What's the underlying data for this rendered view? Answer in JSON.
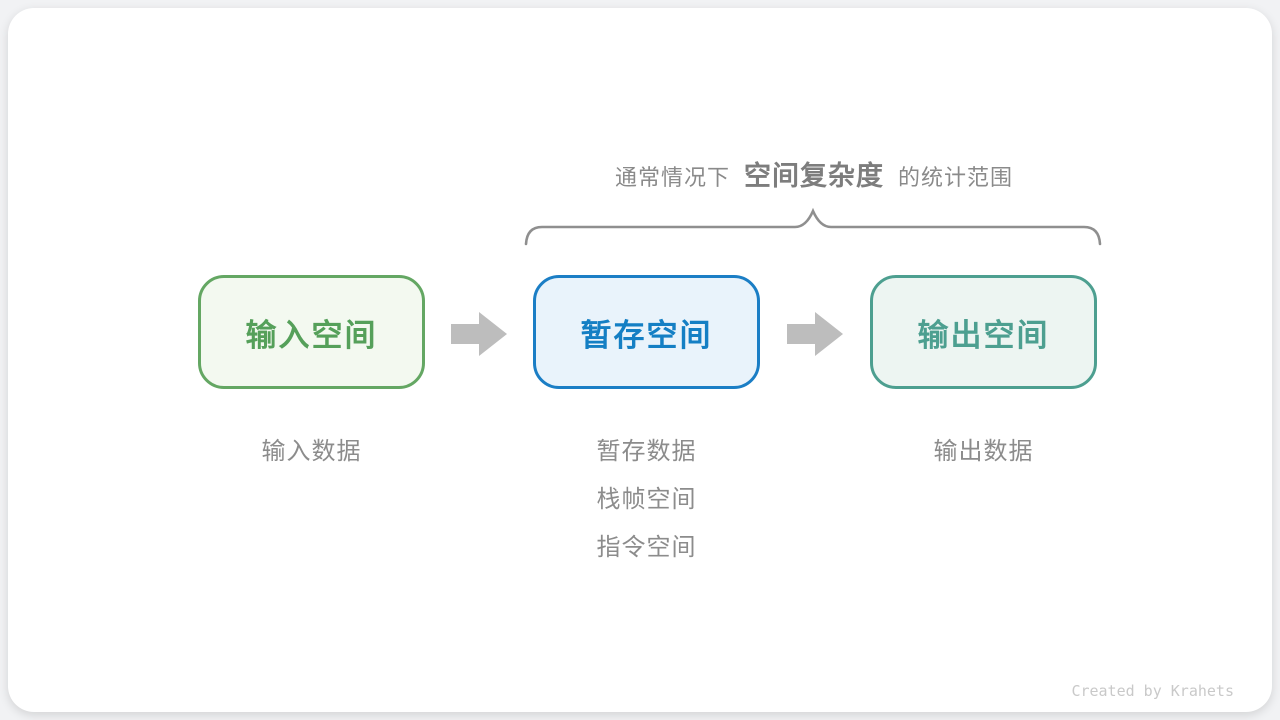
{
  "title": {
    "prefix": "通常情况下",
    "highlight": "空间复杂度",
    "suffix": "的统计范围"
  },
  "boxes": [
    {
      "label": "输入空间",
      "sub_labels": [
        "输入数据"
      ],
      "text_color": "#55a05a",
      "border_color": "#64a763",
      "bg_color": "#f3f9f0"
    },
    {
      "label": "暂存空间",
      "sub_labels": [
        "暂存数据",
        "栈帧空间",
        "指令空间"
      ],
      "text_color": "#147fc4",
      "border_color": "#1b7ec5",
      "bg_color": "#e9f3fb"
    },
    {
      "label": "输出空间",
      "sub_labels": [
        "输出数据"
      ],
      "text_color": "#4d9f90",
      "border_color": "#4d9f90",
      "bg_color": "#edf5f2"
    }
  ],
  "colors": {
    "arrow": "#bdbdbd",
    "brace": "#8f8f8f",
    "sub_label_text": "#8c8c8c",
    "title_text": "#8a8a8a",
    "card_bg": "#ffffff",
    "page_bg": "#f1f2f4"
  },
  "footer": {
    "credit": "Created by Krahets"
  }
}
